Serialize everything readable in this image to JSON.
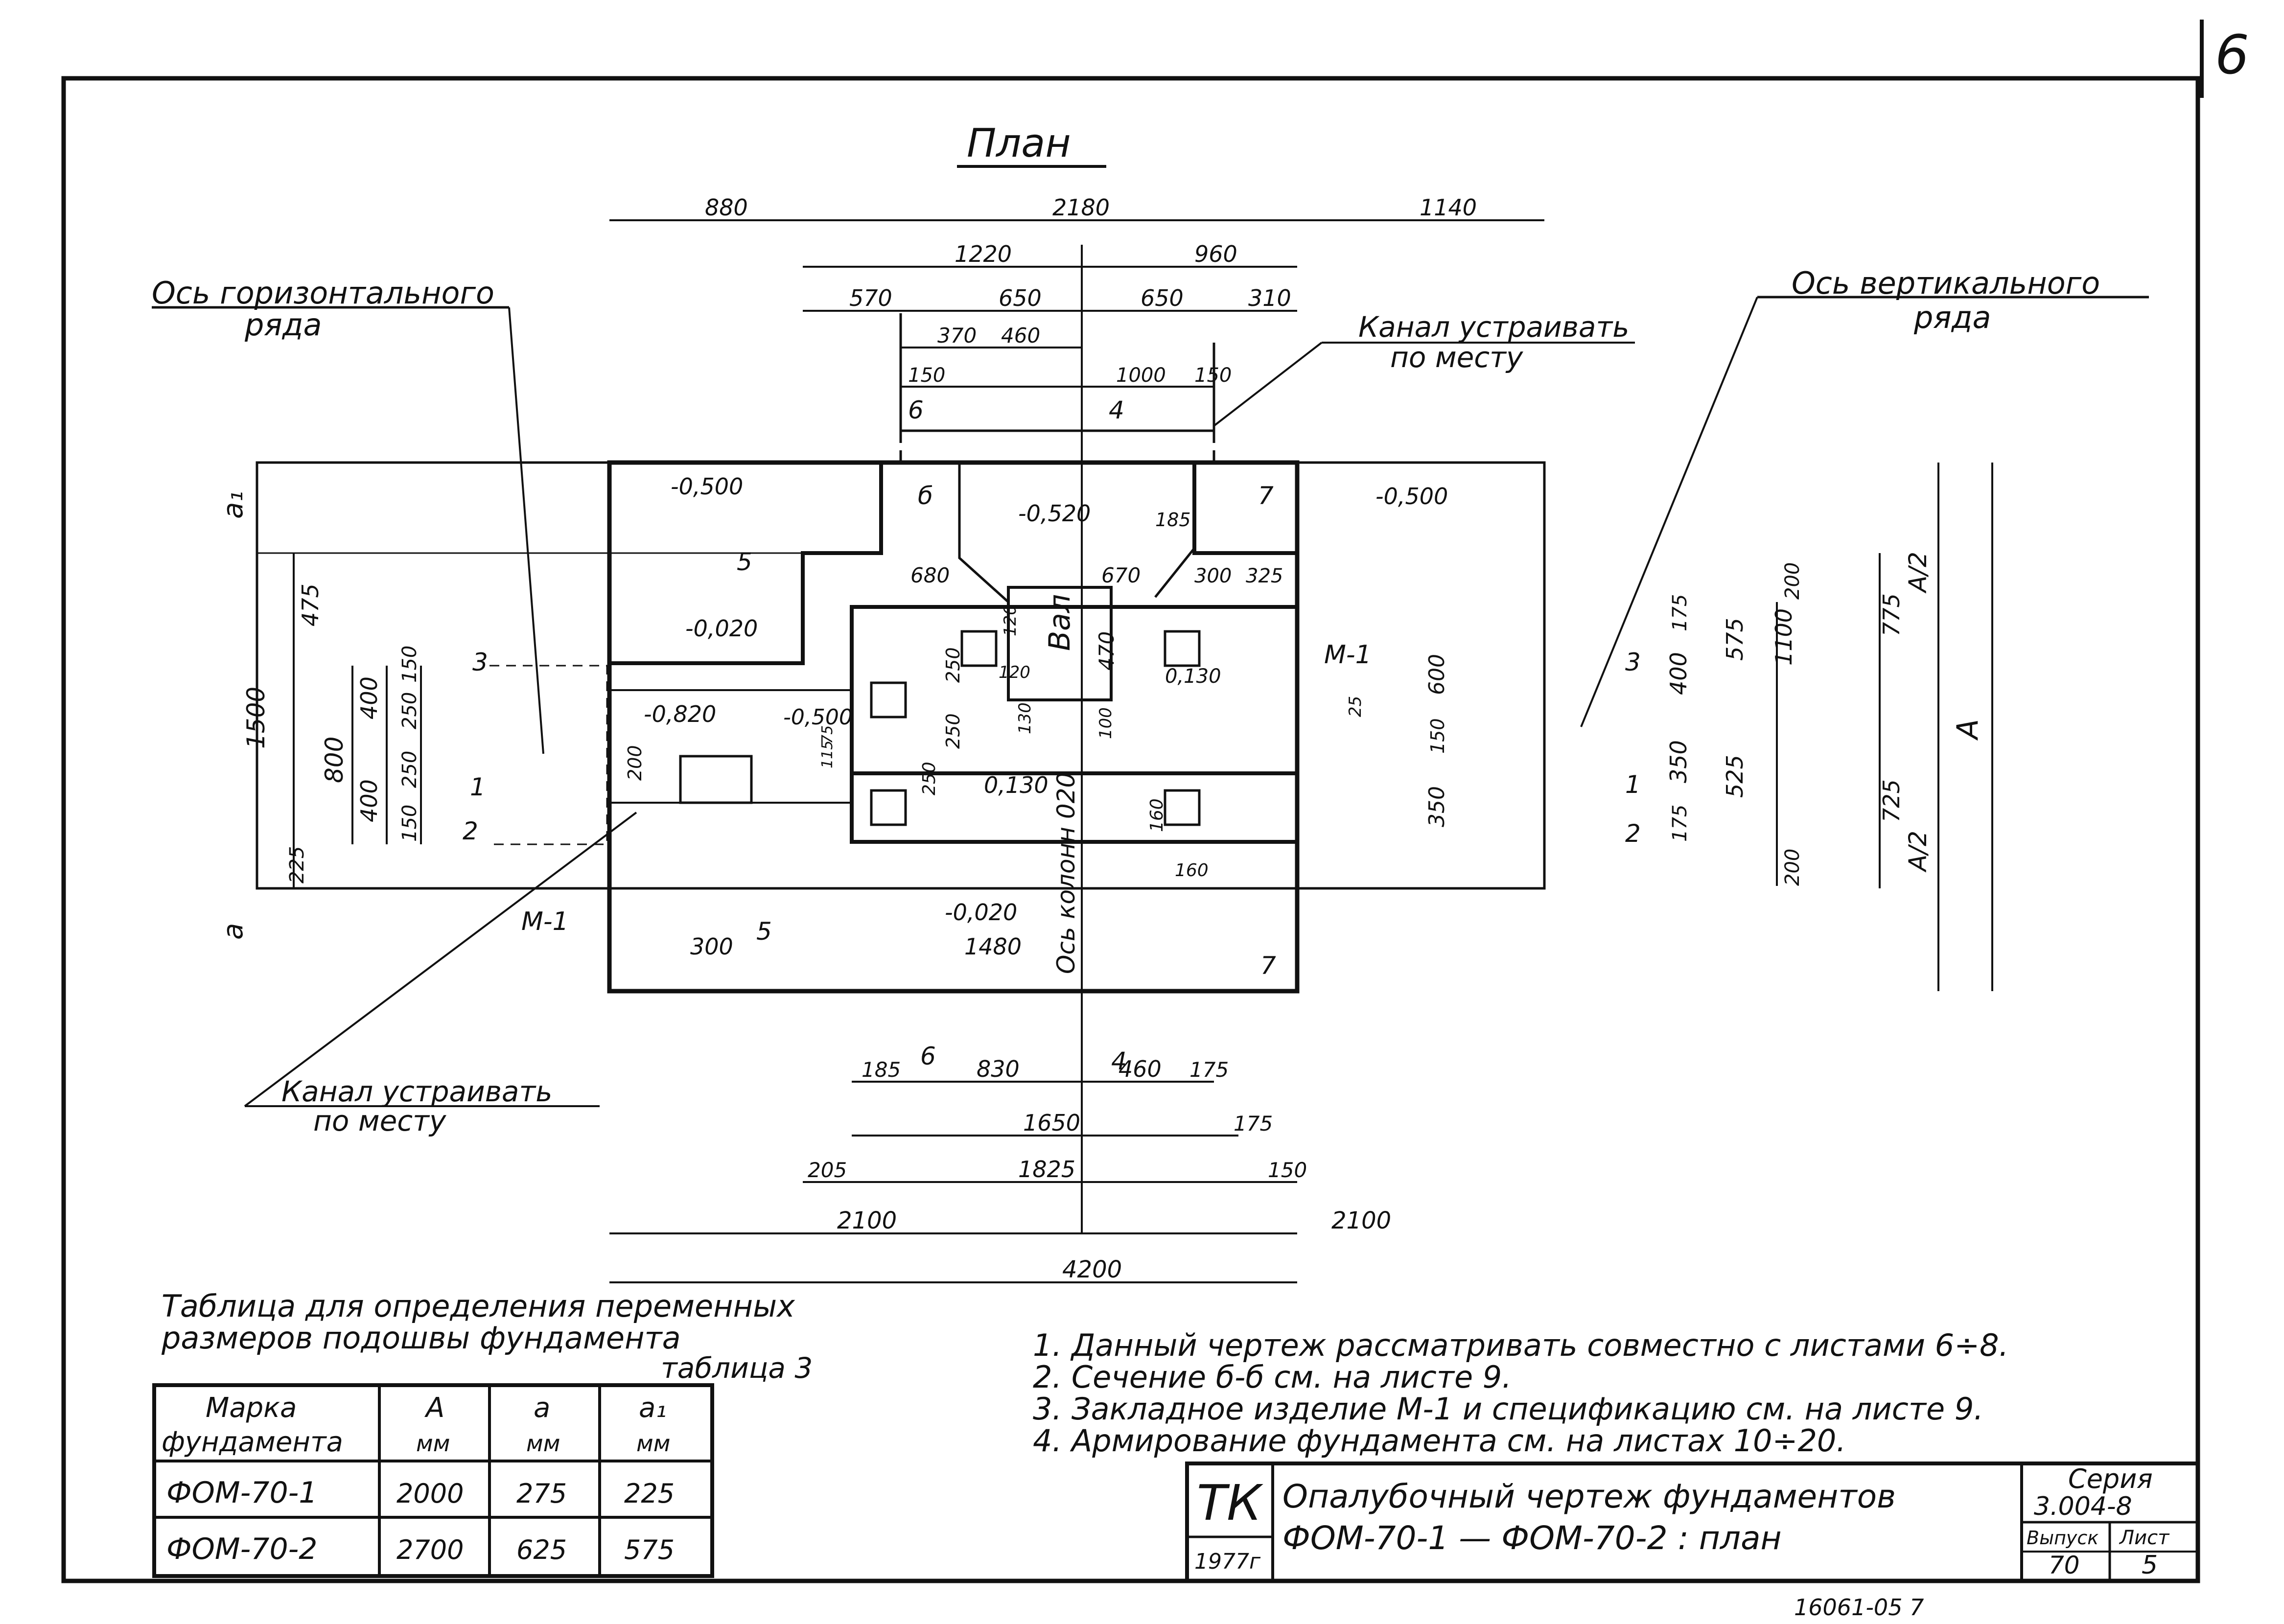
{
  "sheet_number": "6",
  "title": "План",
  "axis_labels": {
    "horizontal_row": [
      "Ось горизонтального",
      "ряда"
    ],
    "vertical_row": [
      "Ось вертикального",
      "ряда"
    ],
    "column_axis": "Ось колонн 020"
  },
  "channel_notes": [
    [
      "Канал устраивать",
      "по месту"
    ],
    [
      "Канал устраивать",
      "по месту"
    ]
  ],
  "symbols": {
    "a1": "a₁",
    "a": "a",
    "A": "А",
    "A_half": "А/2",
    "M1": "М-1"
  },
  "top_dimensions": {
    "row1": [
      "880",
      "2180",
      "1140"
    ],
    "row2": [
      "1220",
      "960"
    ],
    "row3": [
      "570",
      "650",
      "650",
      "310"
    ],
    "row4": [
      "370",
      "460"
    ],
    "row5": [
      "150",
      "1000",
      "150"
    ]
  },
  "bottom_dimensions": {
    "row1": [
      "185",
      "830",
      "460",
      "175"
    ],
    "row2": [
      "1650",
      "175"
    ],
    "row3": [
      "205",
      "1825",
      "150"
    ],
    "row4": [
      "2100",
      "2100"
    ],
    "row5": [
      "4200"
    ]
  },
  "left_dimensions": [
    "475",
    "1500",
    "800",
    "400",
    "400",
    "150",
    "250",
    "250",
    "150",
    "225"
  ],
  "right_dimensions": [
    "175",
    "400",
    "575",
    "1100",
    "775",
    "200",
    "350",
    "525",
    "175",
    "725",
    "200"
  ],
  "elevations": [
    "-0,500",
    "-0,500",
    "-0,520",
    "-0,020",
    "-0,820",
    "-0,500",
    "0,130",
    "0,130",
    "-0,020"
  ],
  "inner_dimensions": [
    "680",
    "670",
    "300",
    "325",
    "185",
    "470",
    "250",
    "250",
    "120",
    "120",
    "130",
    "100",
    "600",
    "150",
    "350",
    "25",
    "115",
    "75",
    "200",
    "300",
    "1480",
    "160",
    "160",
    "250"
  ],
  "sections": [
    "1",
    "2",
    "3",
    "4",
    "5",
    "6",
    "7",
    "б",
    "Вал"
  ],
  "table": {
    "caption": [
      "Таблица для определения переменных",
      "размеров подошвы фундамента"
    ],
    "number": "таблица 3",
    "headers": [
      [
        "Марка",
        "фундамента"
      ],
      [
        "А",
        "мм"
      ],
      [
        "a",
        "мм"
      ],
      [
        "a₁",
        "мм"
      ]
    ],
    "rows": [
      [
        "ФОМ-70-1",
        "2000",
        "275",
        "225"
      ],
      [
        "ФОМ-70-2",
        "2700",
        "625",
        "575"
      ]
    ]
  },
  "notes": [
    "1. Данный чертеж рассматривать совместно с листами 6÷8.",
    "2. Сечение б-б см. на листе 9.",
    "3. Закладное изделие М-1 и спецификацию см. на листе 9.",
    "4. Армирование фундамента см. на листах 10÷20."
  ],
  "title_block": {
    "logo": "ТК",
    "year": "1977г",
    "title": [
      "Опалубочный чертеж фундаментов",
      "ФОМ-70-1 — ФОМ-70-2 : план"
    ],
    "series_label": "Серия",
    "series_value": "3.004-8",
    "issue_label": "Выпуск",
    "issue_value": "70",
    "sheet_label": "Лист",
    "sheet_value": "5"
  },
  "stamp": "16061-05   7"
}
